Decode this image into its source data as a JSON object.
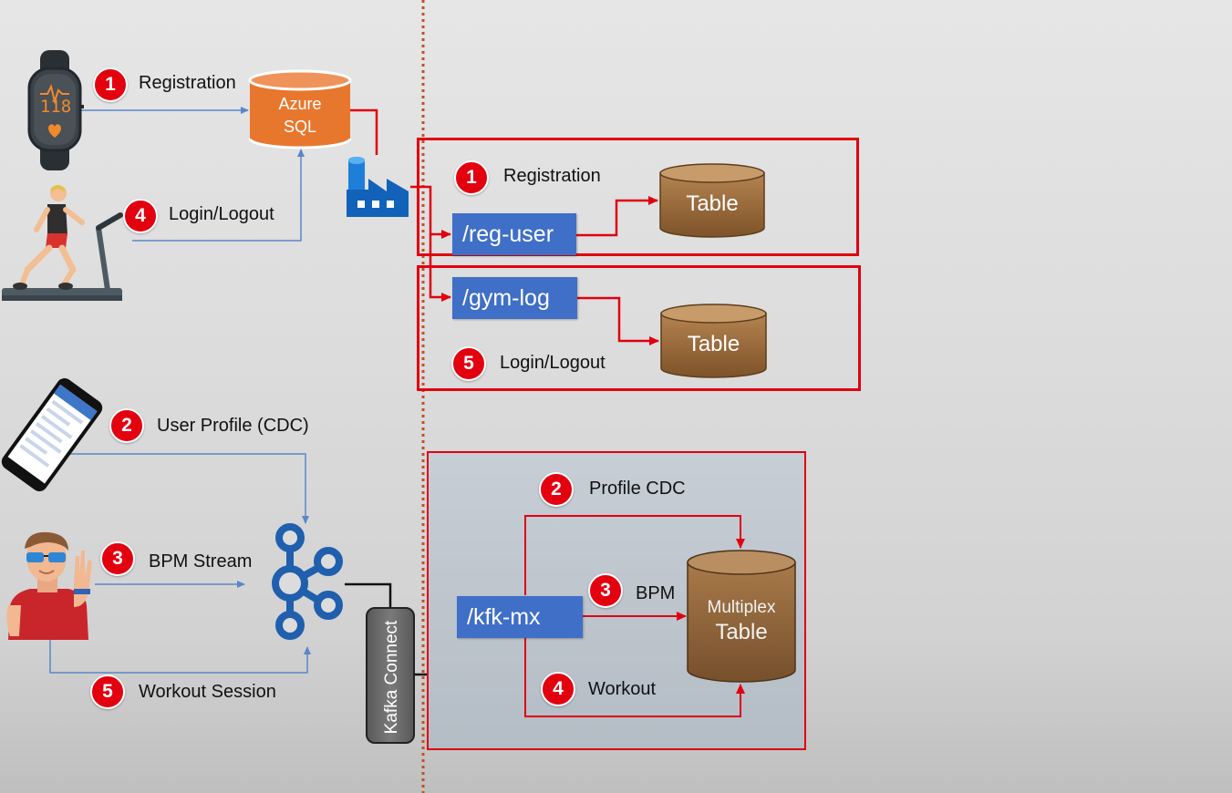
{
  "left_flow": {
    "registration": {
      "num": "1",
      "label": "Registration"
    },
    "login": {
      "num": "4",
      "label": "Login/Logout"
    },
    "user_profile": {
      "num": "2",
      "label": "User Profile (CDC)"
    },
    "bpm_stream": {
      "num": "3",
      "label": "BPM Stream"
    },
    "workout_session": {
      "num": "5",
      "label": "Workout Session"
    }
  },
  "watch_reading": "118",
  "azure_sql": {
    "line1": "Azure",
    "line2": "SQL"
  },
  "kafka_connect": "Kafka Connect",
  "top_box": {
    "num": "1",
    "label": "Registration",
    "topic": "/reg-user",
    "table": "Table"
  },
  "mid_box": {
    "num": "5",
    "label": "Login/Logout",
    "topic": "/gym-log",
    "table": "Table"
  },
  "bottom_box": {
    "topic": "/kfk-mx",
    "table_line1": "Multiplex",
    "table_line2": "Table",
    "profile": {
      "num": "2",
      "label": "Profile CDC"
    },
    "bpm": {
      "num": "3",
      "label": "BPM"
    },
    "workout": {
      "num": "4",
      "label": "Workout"
    }
  },
  "colors": {
    "accent_red": "#e3000f",
    "topic_blue": "#3f6fc6",
    "azure_orange": "#e8772e",
    "table_brown": "#9c6a3b",
    "kafka_blue": "#1f5fae",
    "flow_blue": "#5b86c9"
  },
  "icons": [
    "fitness-watch-icon",
    "treadmill-runner-icon",
    "smartphone-icon",
    "user-avatar-icon",
    "azure-data-factory-icon",
    "kafka-icon",
    "database-icon"
  ]
}
